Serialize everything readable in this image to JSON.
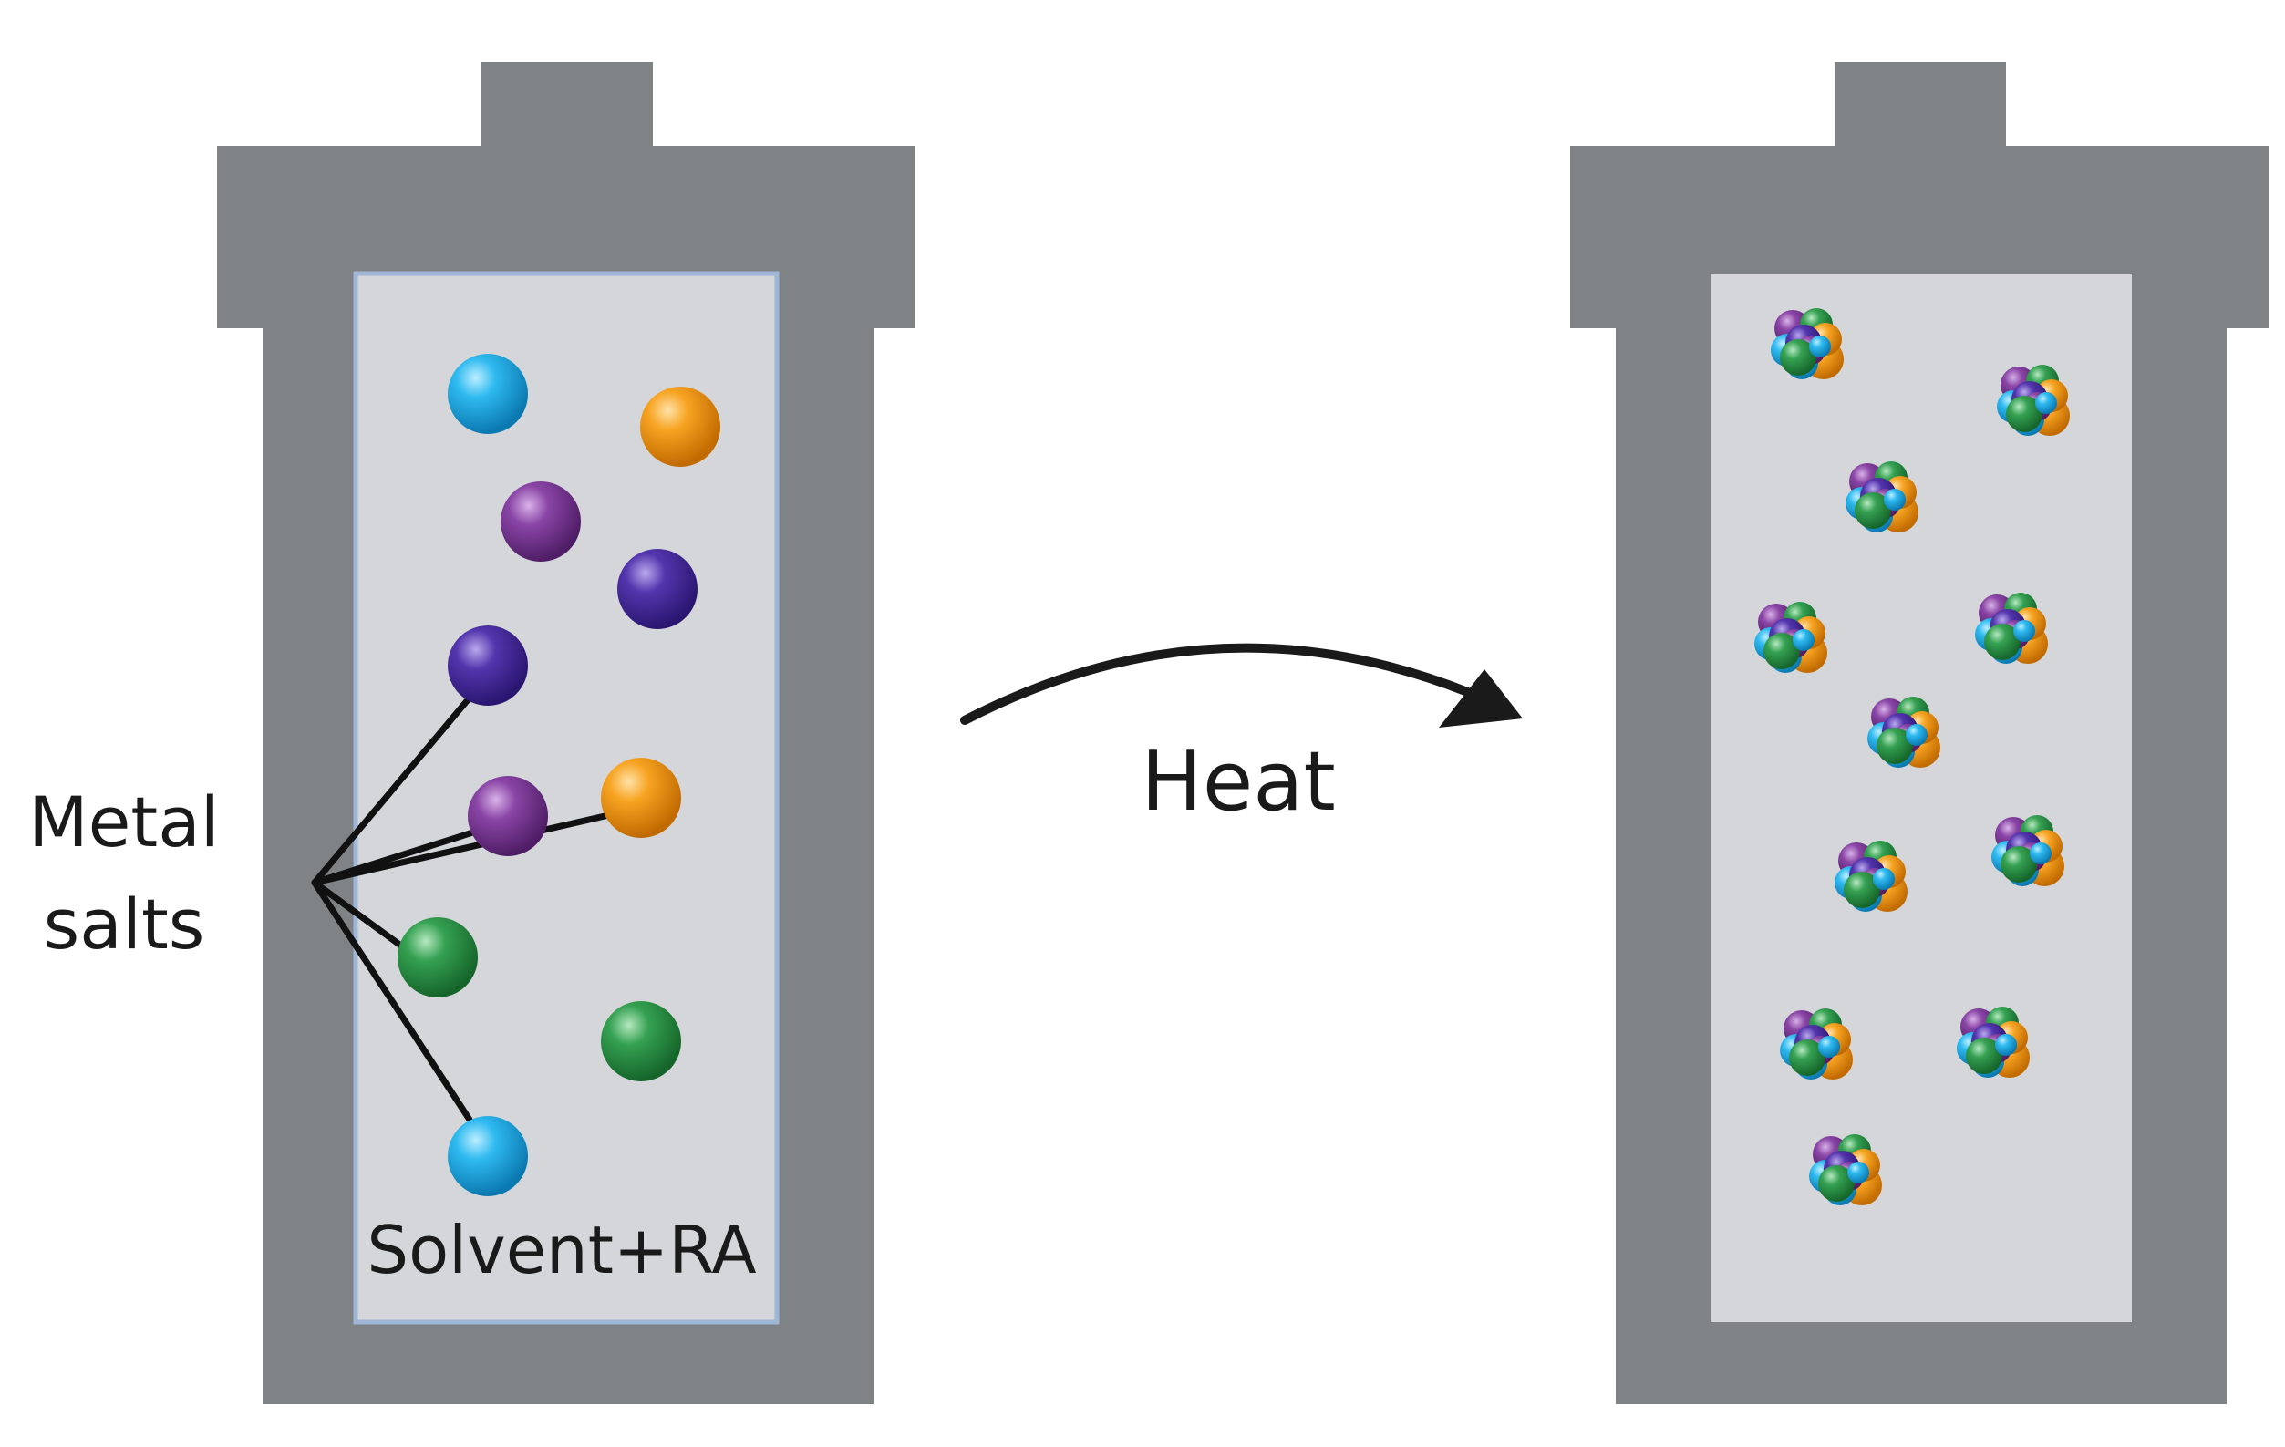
{
  "labels": {
    "metal_salts_line1": "Metal",
    "metal_salts_line2": "salts",
    "solvent": "Solvent+RA",
    "heat": "Heat"
  },
  "colors": {
    "vessel": "#7f8385",
    "liquid": "#d4d6da",
    "liquid_border": "#9fb6d6",
    "ion_cyan": "#1aaee6",
    "ion_orange": "#f39a12",
    "ion_purple": "#7e3b98",
    "ion_indigo": "#4b2f9e",
    "ion_green": "#2e9448",
    "arrow": "#1a1a1a"
  },
  "icons": {
    "metal_ion": "sphere-icon",
    "nanoparticle": "cluster-icon",
    "process_arrow": "curved-arrow-icon"
  }
}
